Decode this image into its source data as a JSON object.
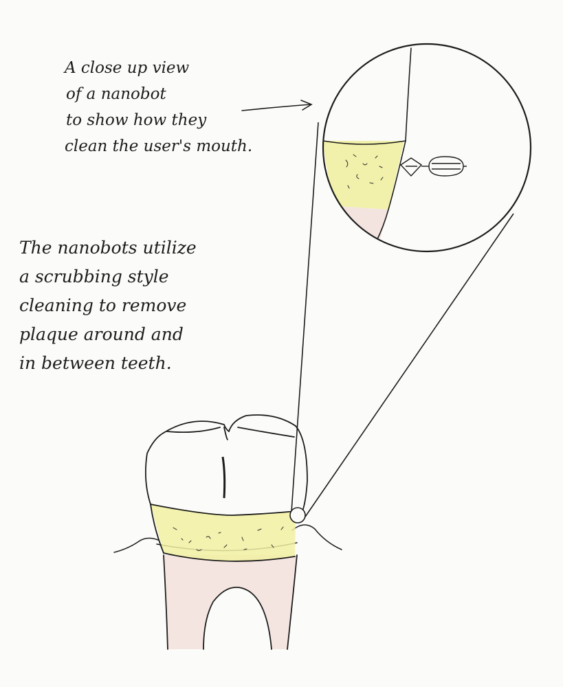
{
  "annotations": {
    "closeup_caption": {
      "lines": [
        "A close up view",
        "of a nanobot",
        "to show how they",
        "clean the user's mouth."
      ]
    },
    "cleaning_caption": {
      "lines": [
        "The nanobots utilize",
        "a scrubbing style",
        "cleaning to remove",
        "plaque around and",
        "in between teeth."
      ]
    }
  },
  "colors": {
    "ink": "#1c1c1c",
    "plaque": "#f1f0a2",
    "gum_tint": "#f3ded8",
    "paper": "#fbfbf9"
  }
}
